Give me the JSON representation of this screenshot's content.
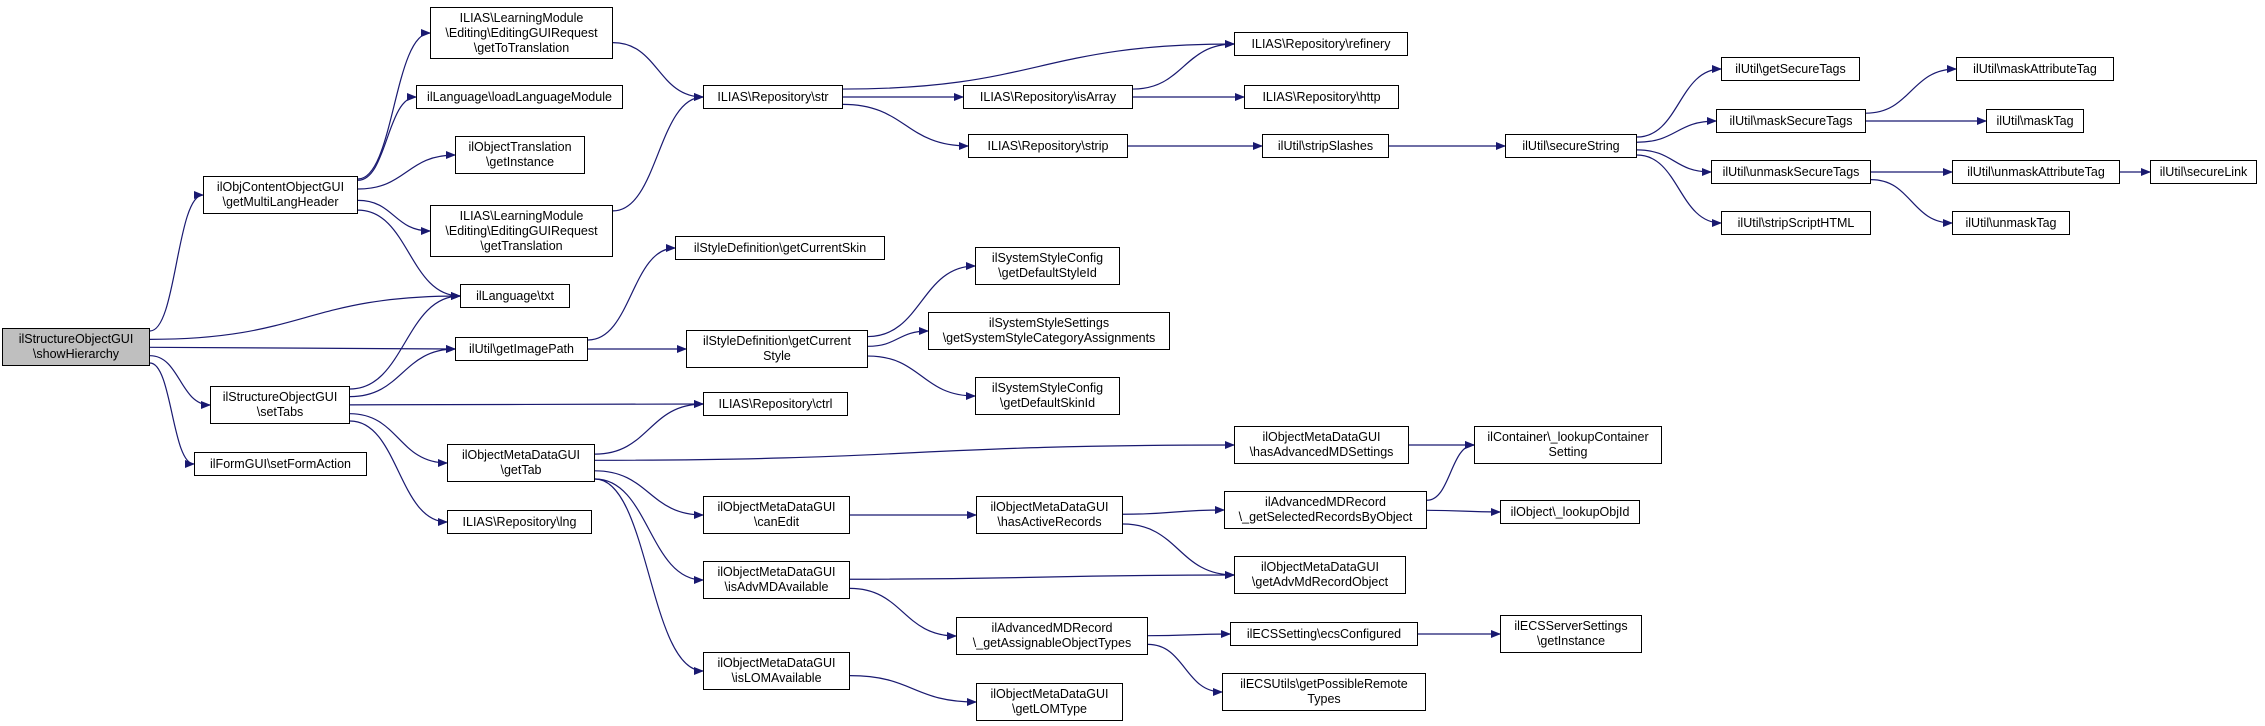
{
  "graph": {
    "colors": {
      "edge": "#191970",
      "node_border": "#000000",
      "root_fill": "#bfbfbf",
      "node_fill": "#ffffff"
    },
    "nodes": {
      "n1": {
        "label": "ilStructureObjectGUI\n\\showHierarchy"
      },
      "n2": {
        "label": "ilObjContentObjectGUI\n\\getMultiLangHeader"
      },
      "n3": {
        "label": "ilLanguage\\txt"
      },
      "n4": {
        "label": "ilUtil\\getImagePath"
      },
      "n5": {
        "label": "ilStructureObjectGUI\n\\setTabs"
      },
      "n6": {
        "label": "ilFormGUI\\setFormAction"
      },
      "n7": {
        "label": "ILIAS\\LearningModule\n\\Editing\\EditingGUIRequest\n\\getToTranslation"
      },
      "n8": {
        "label": "ilLanguage\\loadLanguageModule"
      },
      "n9": {
        "label": "ilObjectTranslation\n\\getInstance"
      },
      "n10": {
        "label": "ILIAS\\LearningModule\n\\Editing\\EditingGUIRequest\n\\getTranslation"
      },
      "n11": {
        "label": "ILIAS\\Repository\\str"
      },
      "n12": {
        "label": "ILIAS\\Repository\\refinery"
      },
      "n13": {
        "label": "ILIAS\\Repository\\isArray"
      },
      "n14": {
        "label": "ILIAS\\Repository\\http"
      },
      "n15": {
        "label": "ILIAS\\Repository\\strip"
      },
      "n16": {
        "label": "ilUtil\\stripSlashes"
      },
      "n17": {
        "label": "ilUtil\\secureString"
      },
      "n18": {
        "label": "ilUtil\\getSecureTags"
      },
      "n19": {
        "label": "ilUtil\\maskSecureTags"
      },
      "n20": {
        "label": "ilUtil\\maskAttributeTag"
      },
      "n21": {
        "label": "ilUtil\\maskTag"
      },
      "n22": {
        "label": "ilUtil\\unmaskSecureTags"
      },
      "n23": {
        "label": "ilUtil\\unmaskAttributeTag"
      },
      "n24": {
        "label": "ilUtil\\secureLink"
      },
      "n25": {
        "label": "ilUtil\\unmaskTag"
      },
      "n26": {
        "label": "ilUtil\\stripScriptHTML"
      },
      "n27": {
        "label": "ilStyleDefinition\\getCurrentSkin"
      },
      "n28": {
        "label": "ilStyleDefinition\\getCurrent\nStyle"
      },
      "n29": {
        "label": "ilSystemStyleConfig\n\\getDefaultStyleId"
      },
      "n30": {
        "label": "ilSystemStyleSettings\n\\getSystemStyleCategoryAssignments"
      },
      "n31": {
        "label": "ilSystemStyleConfig\n\\getDefaultSkinId"
      },
      "n32": {
        "label": "ILIAS\\Repository\\ctrl"
      },
      "n33": {
        "label": "ilObjectMetaDataGUI\n\\getTab"
      },
      "n34": {
        "label": "ILIAS\\Repository\\lng"
      },
      "n35": {
        "label": "ilObjectMetaDataGUI\n\\hasAdvancedMDSettings"
      },
      "n36": {
        "label": "ilContainer\\_lookupContainer\nSetting"
      },
      "n37": {
        "label": "ilObjectMetaDataGUI\n\\canEdit"
      },
      "n38": {
        "label": "ilObjectMetaDataGUI\n\\hasActiveRecords"
      },
      "n39": {
        "label": "ilAdvancedMDRecord\n\\_getSelectedRecordsByObject"
      },
      "n40": {
        "label": "ilObject\\_lookupObjId"
      },
      "n41": {
        "label": "ilObjectMetaDataGUI\n\\getAdvMdRecordObject"
      },
      "n42": {
        "label": "ilObjectMetaDataGUI\n\\isAdvMDAvailable"
      },
      "n43": {
        "label": "ilAdvancedMDRecord\n\\_getAssignableObjectTypes"
      },
      "n44": {
        "label": "ilECSSetting\\ecsConfigured"
      },
      "n45": {
        "label": "ilECSServerSettings\n\\getInstance"
      },
      "n46": {
        "label": "ilECSUtils\\getPossibleRemote\nTypes"
      },
      "n47": {
        "label": "ilObjectMetaDataGUI\n\\isLOMAvailable"
      },
      "n48": {
        "label": "ilObjectMetaDataGUI\n\\getLOMType"
      }
    },
    "edges": [
      [
        "n1",
        "n2"
      ],
      [
        "n1",
        "n3"
      ],
      [
        "n1",
        "n4"
      ],
      [
        "n1",
        "n5"
      ],
      [
        "n1",
        "n6"
      ],
      [
        "n2",
        "n7"
      ],
      [
        "n2",
        "n8"
      ],
      [
        "n2",
        "n9"
      ],
      [
        "n2",
        "n10"
      ],
      [
        "n2",
        "n3"
      ],
      [
        "n7",
        "n11"
      ],
      [
        "n10",
        "n11"
      ],
      [
        "n11",
        "n12"
      ],
      [
        "n11",
        "n13"
      ],
      [
        "n11",
        "n15"
      ],
      [
        "n13",
        "n12"
      ],
      [
        "n13",
        "n14"
      ],
      [
        "n15",
        "n16"
      ],
      [
        "n16",
        "n17"
      ],
      [
        "n17",
        "n18"
      ],
      [
        "n17",
        "n19"
      ],
      [
        "n17",
        "n22"
      ],
      [
        "n17",
        "n26"
      ],
      [
        "n19",
        "n20"
      ],
      [
        "n19",
        "n21"
      ],
      [
        "n22",
        "n23"
      ],
      [
        "n22",
        "n25"
      ],
      [
        "n23",
        "n24"
      ],
      [
        "n4",
        "n27"
      ],
      [
        "n4",
        "n28"
      ],
      [
        "n28",
        "n29"
      ],
      [
        "n28",
        "n30"
      ],
      [
        "n28",
        "n31"
      ],
      [
        "n5",
        "n3"
      ],
      [
        "n5",
        "n4"
      ],
      [
        "n5",
        "n32"
      ],
      [
        "n5",
        "n33"
      ],
      [
        "n5",
        "n34"
      ],
      [
        "n33",
        "n32"
      ],
      [
        "n33",
        "n35"
      ],
      [
        "n33",
        "n37"
      ],
      [
        "n33",
        "n42"
      ],
      [
        "n33",
        "n47"
      ],
      [
        "n35",
        "n36"
      ],
      [
        "n37",
        "n38"
      ],
      [
        "n38",
        "n39"
      ],
      [
        "n38",
        "n41"
      ],
      [
        "n39",
        "n36"
      ],
      [
        "n39",
        "n40"
      ],
      [
        "n42",
        "n41"
      ],
      [
        "n42",
        "n43"
      ],
      [
        "n43",
        "n44"
      ],
      [
        "n43",
        "n46"
      ],
      [
        "n44",
        "n45"
      ],
      [
        "n47",
        "n48"
      ]
    ]
  }
}
